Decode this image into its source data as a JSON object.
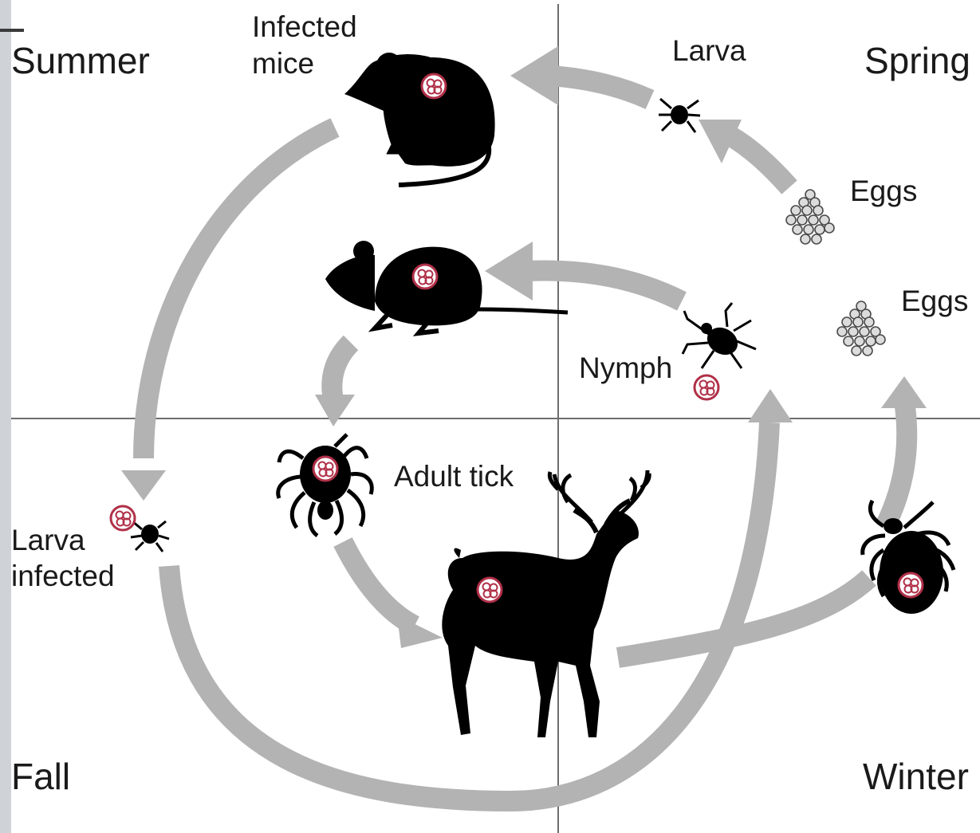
{
  "seasons": {
    "summer": "Summer",
    "spring": "Spring",
    "fall": "Fall",
    "winter": "Winter"
  },
  "labels": {
    "infected_mice_line1": "Infected",
    "infected_mice_line2": "mice",
    "larva": "Larva",
    "eggs_upper": "Eggs",
    "eggs_lower": "Eggs",
    "nymph": "Nymph",
    "adult_tick": "Adult tick",
    "larva_infected_line1": "Larva",
    "larva_infected_line2": "infected"
  },
  "colors": {
    "background": "#ffffff",
    "arrow": "#b3b3b3",
    "silhouette": "#000000",
    "pathogen": "#b03048",
    "divider": "#6e6e6e",
    "border_left": "#cfd3d8"
  }
}
